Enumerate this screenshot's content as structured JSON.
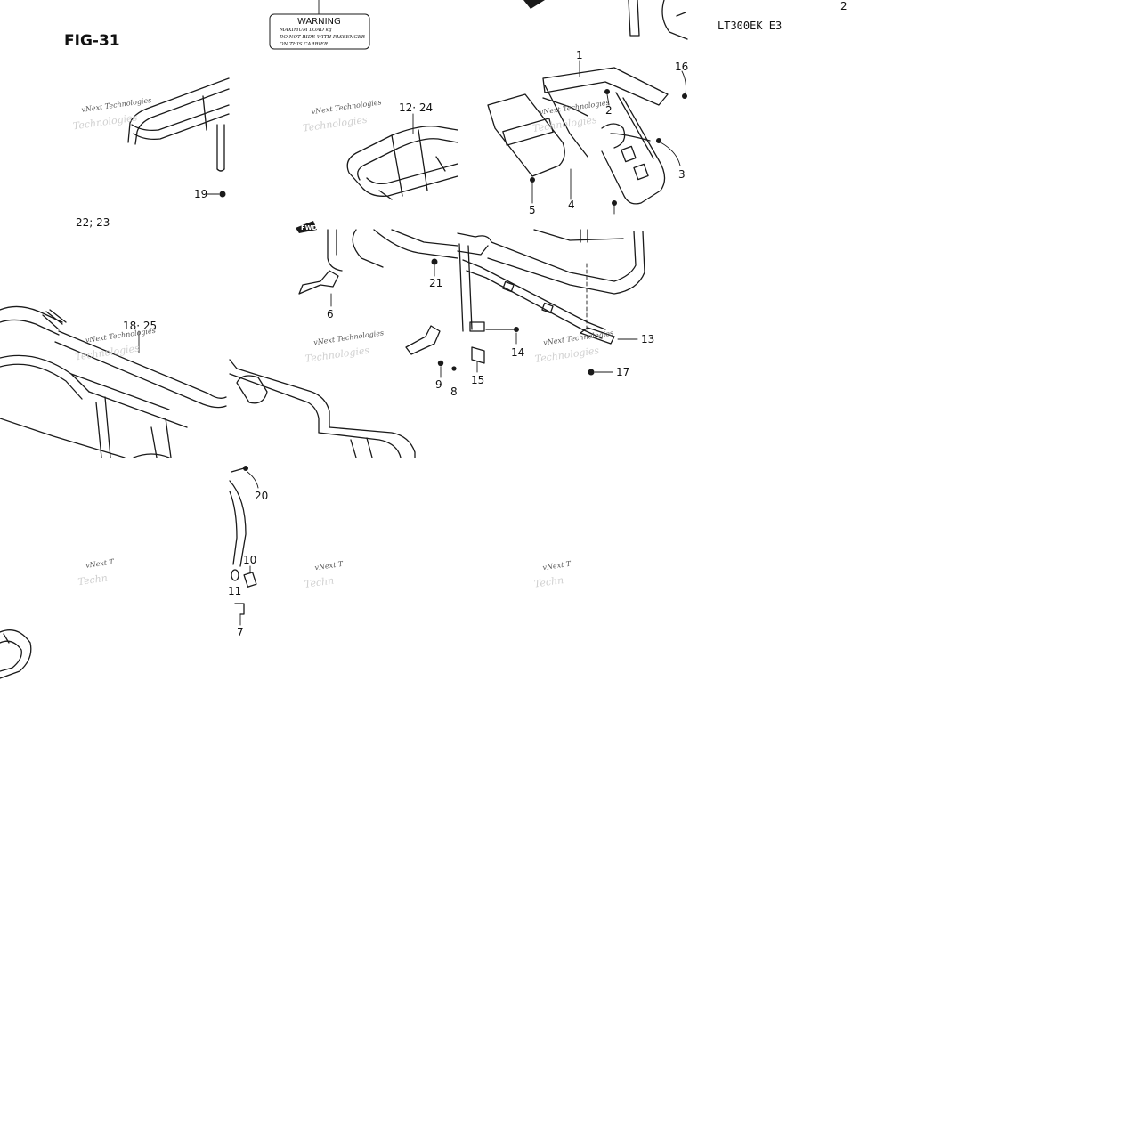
{
  "figure_label": "FIG-31",
  "model_code": "LT300EK E3",
  "page_number": "2",
  "warning_label": {
    "title": "WARNING",
    "lines": [
      "MAXIMUM LOAD  kg",
      "DO NOT RIDE WITH PASSENGER",
      "ON THIS CARRIER"
    ]
  },
  "fwd_marker": "FWD",
  "watermark": {
    "line1": "vNext Technologies",
    "line2": "Technologies",
    "partial_line1": "vNext T",
    "partial_line2": "Techn"
  },
  "callouts": {
    "c1": "1",
    "c2": "2",
    "c3": "3",
    "c4": "4",
    "c5": "5",
    "c6": "6",
    "c7": "7",
    "c8": "8",
    "c9": "9",
    "c10": "10",
    "c11": "11",
    "c12_24": "12· 24",
    "c13": "13",
    "c14": "14",
    "c15": "15",
    "c16": "16",
    "c17": "17",
    "c18_25": "18· 25",
    "c19": "19",
    "c20": "20",
    "c21": "21",
    "c22_23": "22; 23"
  }
}
